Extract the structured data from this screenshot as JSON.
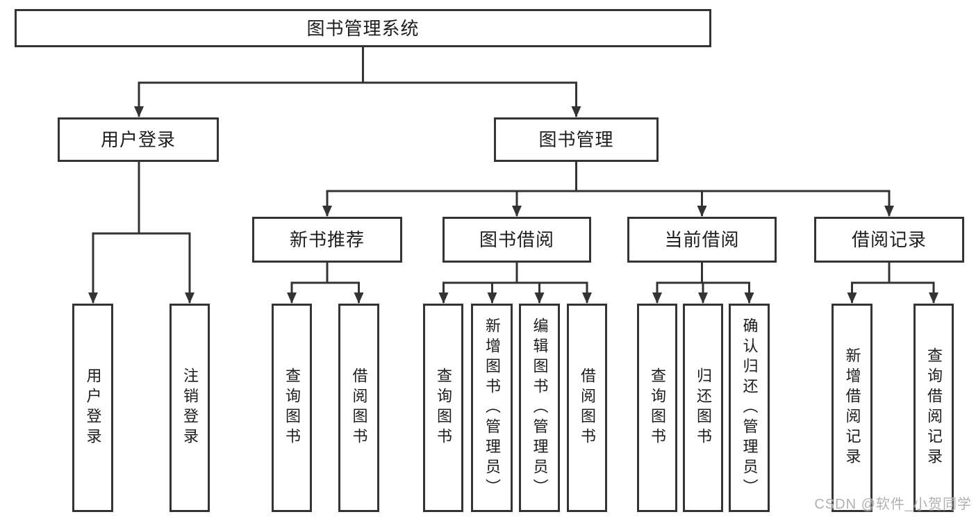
{
  "tree": {
    "root": "图书管理系统",
    "branches": [
      {
        "label": "用户登录",
        "children": [
          "用户登录",
          "注销登录"
        ]
      },
      {
        "label": "图书管理",
        "sections": [
          {
            "label": "新书推荐",
            "children": [
              "查询图书",
              "借阅图书"
            ]
          },
          {
            "label": "图书借阅",
            "children": [
              "查询图书",
              "新增图书（管理员）",
              "编辑图书（管理员）",
              "借阅图书"
            ]
          },
          {
            "label": "当前借阅",
            "children": [
              "查询图书",
              "归还图书",
              "确认归还（管理员）"
            ]
          },
          {
            "label": "借阅记录",
            "children": [
              "新增借阅记录",
              "查询借阅记录"
            ]
          }
        ]
      }
    ]
  },
  "theme": {
    "line_color": "#333333",
    "text_color": "#1d1d1d",
    "box_background": "#ffffff",
    "watermark_color": "#b1b1b1"
  },
  "watermark": {
    "text": "CSDN @软件_小贺同学"
  }
}
